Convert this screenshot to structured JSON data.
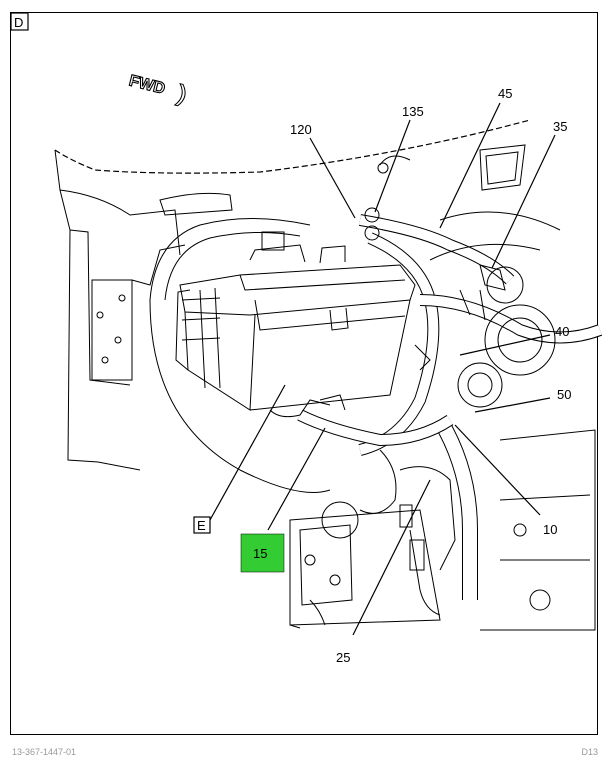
{
  "view_letter": "D",
  "direction_label": "FWD",
  "callouts": {
    "c120": "120",
    "c135": "135",
    "c45": "45",
    "c35": "35",
    "c40": "40",
    "c50": "50",
    "c10": "10",
    "c25": "25",
    "c15": "15",
    "cE": "E"
  },
  "highlight_color": "#33cc33",
  "footer_left": "13-367-1447-01",
  "footer_right": "D13"
}
